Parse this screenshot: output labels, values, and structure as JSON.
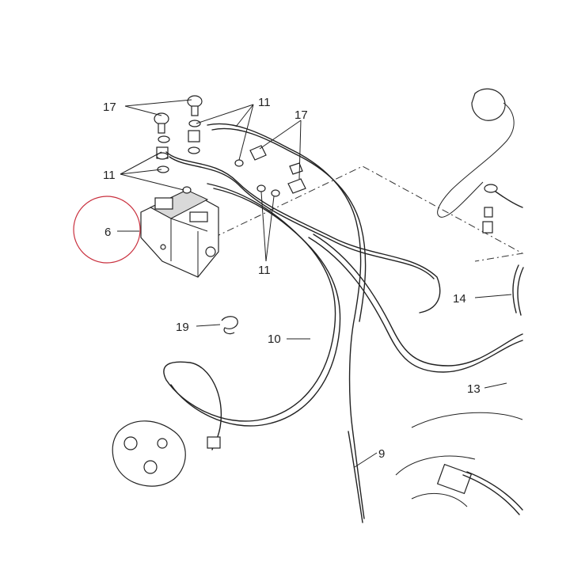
{
  "labels": {
    "abs_unit": "6",
    "bolt_a": "17",
    "bolt_b": "17",
    "washer_a": "11",
    "washer_b": "11",
    "washer_c": "11",
    "clamp": "19",
    "hose_10": "10",
    "hose_9": "9",
    "hose_13": "13",
    "hose_14": "14"
  },
  "highlight": {
    "circle_color": "#c9303e",
    "target": "6"
  }
}
